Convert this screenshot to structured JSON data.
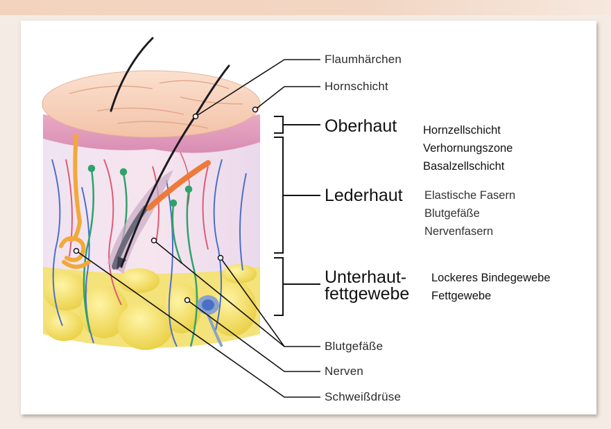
{
  "callouts": {
    "flaumhaerchen": "Flaumhärchen",
    "hornschicht": "Hornschicht",
    "blutgefaesse": "Blutgefäße",
    "nerven": "Nerven",
    "schweissdruese": "Schweißdrüse"
  },
  "layers": [
    {
      "title": "Oberhaut",
      "items": [
        "Hornzellschicht",
        "Verhornungszone",
        "Basalzellschicht"
      ]
    },
    {
      "title": "Lederhaut",
      "items": [
        "Elastische Fasern",
        "Blutgefäße",
        "Nervenfasern"
      ]
    },
    {
      "title_line1": "Unterhaut-",
      "title_line2": "fettgewebe",
      "items": [
        "Lockeres Bindegewebe",
        "Fettgewebe"
      ]
    }
  ],
  "colors": {
    "epidermis_top": "#f6cdb4",
    "epidermis_side": "#f0b9c8",
    "dermis": "#f3dbe6",
    "fat": "#f1e37a",
    "vessel_blue": "#4a6fc8",
    "vessel_red": "#e05a74",
    "nerve_green": "#2fa26a",
    "sweat_gland": "#f2a93a",
    "muscle_orange": "#ee7a3a",
    "line": "#111111"
  }
}
